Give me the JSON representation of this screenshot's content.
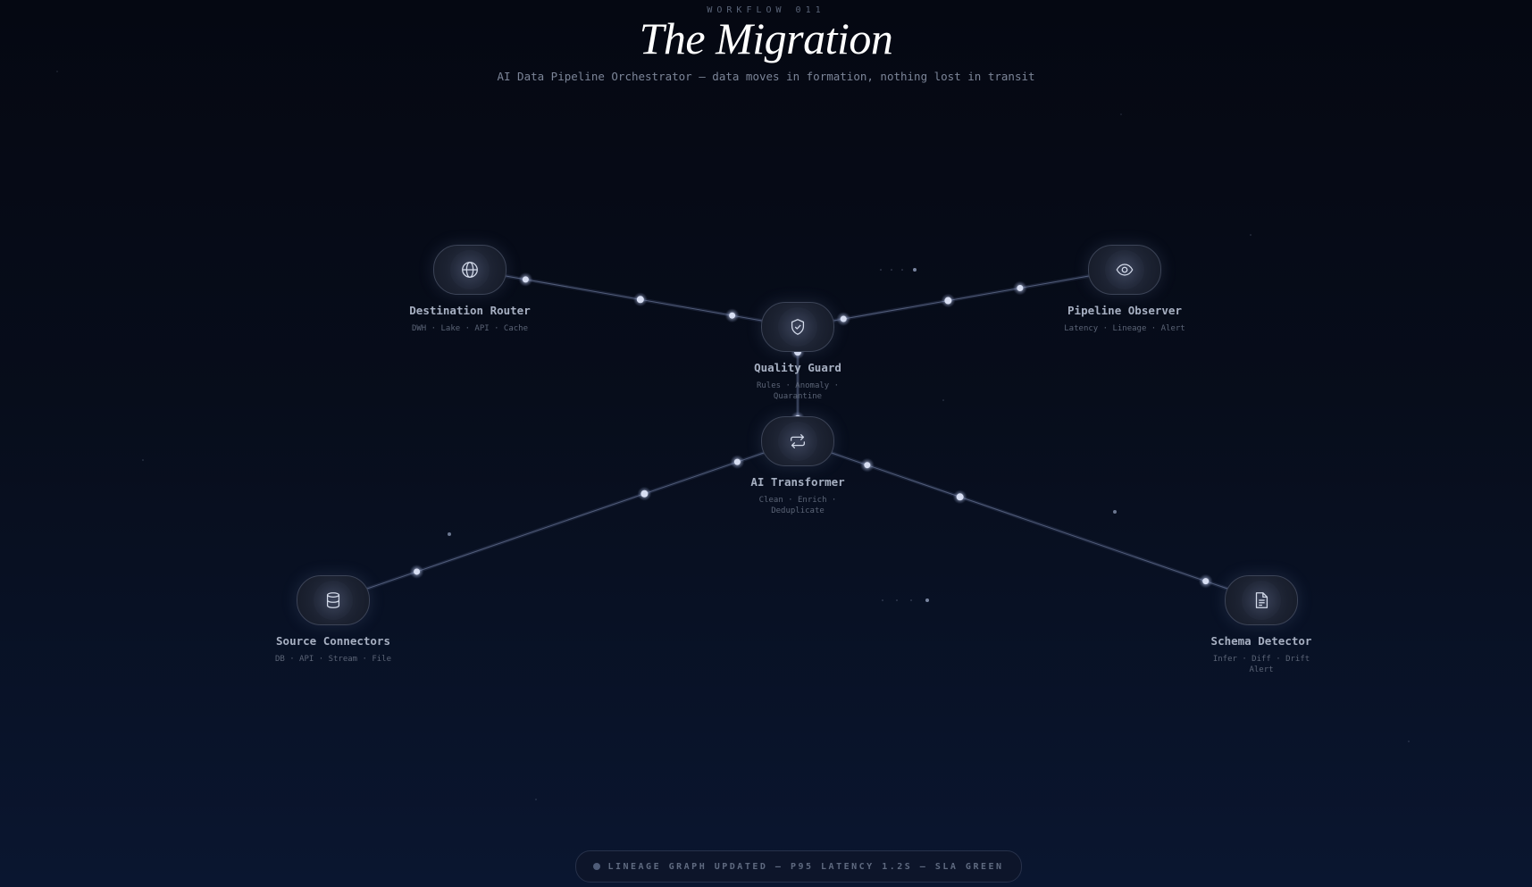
{
  "header": {
    "eyebrow": "WORKFLOW 011",
    "title": "The Migration",
    "subtitle": "AI Data Pipeline Orchestrator — data moves in formation, nothing lost in transit"
  },
  "nodes": [
    {
      "id": "destination-router",
      "icon": "globe-icon",
      "label": "Destination Router",
      "desc": "DWH · Lake · API · Cache"
    },
    {
      "id": "quality-guard",
      "icon": "shield-check-icon",
      "label": "Quality Guard",
      "desc": "Rules · Anomaly · Quarantine"
    },
    {
      "id": "pipeline-observer",
      "icon": "eye-icon",
      "label": "Pipeline Observer",
      "desc": "Latency · Lineage · Alert"
    },
    {
      "id": "ai-transformer",
      "icon": "repeat-arrows-icon",
      "label": "AI Transformer",
      "desc": "Clean · Enrich · Deduplicate"
    },
    {
      "id": "source-connectors",
      "icon": "database-icon",
      "label": "Source Connectors",
      "desc": "DB · API · Stream · File"
    },
    {
      "id": "schema-detector",
      "icon": "document-icon",
      "label": "Schema Detector",
      "desc": "Infer · Diff · Drift Alert"
    }
  ],
  "edges": [
    {
      "from": "source-connectors",
      "to": "ai-transformer"
    },
    {
      "from": "schema-detector",
      "to": "ai-transformer"
    },
    {
      "from": "ai-transformer",
      "to": "quality-guard"
    },
    {
      "from": "quality-guard",
      "to": "destination-router"
    },
    {
      "from": "quality-guard",
      "to": "pipeline-observer"
    }
  ],
  "status": {
    "text": "LINEAGE GRAPH UPDATED — P95 LATENCY 1.2S — SLA GREEN"
  },
  "colors": {
    "background": "#070d1b",
    "accent": "#c9d4f0",
    "title": "#ffffff"
  }
}
